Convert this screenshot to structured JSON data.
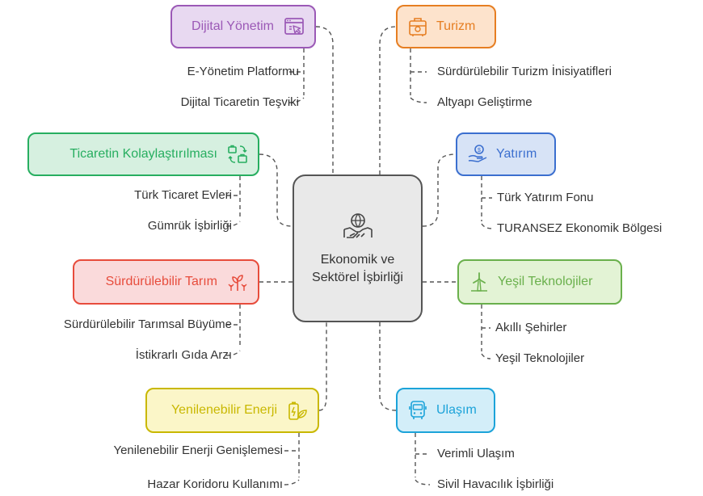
{
  "center": {
    "label": "Ekonomik ve Sektörel İşbirliği",
    "icon": "handshake-globe-icon"
  },
  "branches": [
    {
      "key": "dijital",
      "label": "Dijital Yönetim",
      "icon": "web-window-icon",
      "side": "left",
      "color": "#9b59b6",
      "fill": "#e8d9f1",
      "leaves": [
        "E-Yönetim Platformu",
        "Dijital Ticaretin Teşviki"
      ]
    },
    {
      "key": "ticaret",
      "label": "Ticaretin Kolaylaştırılması",
      "icon": "trade-exchange-icon",
      "side": "left",
      "color": "#27ae60",
      "fill": "#d6f0e0",
      "leaves": [
        "Türk Ticaret Evleri",
        "Gümrük İşbirliği"
      ]
    },
    {
      "key": "tarim",
      "label": "Sürdürülebilir Tarım",
      "icon": "plant-sprout-icon",
      "side": "left",
      "color": "#e74c3c",
      "fill": "#fadadb",
      "leaves": [
        "Sürdürülebilir Tarımsal Büyüme",
        "İstikrarlı Gıda Arzı"
      ]
    },
    {
      "key": "enerji",
      "label": "Yenilenebilir Enerji",
      "icon": "battery-leaf-icon",
      "side": "left",
      "color": "#c9b800",
      "fill": "#fbf6c8",
      "leaves": [
        "Yenilenebilir Enerji Genişlemesi",
        "Hazar Koridoru Kullanımı"
      ]
    },
    {
      "key": "turizm",
      "label": "Turizm",
      "icon": "luggage-icon",
      "side": "right",
      "color": "#e67e22",
      "fill": "#fde3cc",
      "leaves": [
        "Sürdürülebilir Turizm İnisiyatifleri",
        "Altyapı Geliştirme"
      ]
    },
    {
      "key": "yatirim",
      "label": "Yatırım",
      "icon": "coin-hand-icon",
      "side": "right",
      "color": "#3b6fcf",
      "fill": "#d7e3f6",
      "leaves": [
        "Türk Yatırım Fonu",
        "TURANSEZ Ekonomik Bölgesi"
      ]
    },
    {
      "key": "yesil",
      "label": "Yeşil Teknolojiler",
      "icon": "wind-turbine-icon",
      "side": "right",
      "color": "#6ab04c",
      "fill": "#e3f3d5",
      "leaves": [
        "Akıllı Şehirler",
        "Yeşil Teknolojiler"
      ]
    },
    {
      "key": "ulasim",
      "label": "Ulaşım",
      "icon": "bus-icon",
      "side": "right",
      "color": "#1ca3d9",
      "fill": "#d3eef9",
      "leaves": [
        "Verimli Ulaşım",
        "Sivil Havacılık İşbirliği"
      ]
    }
  ]
}
